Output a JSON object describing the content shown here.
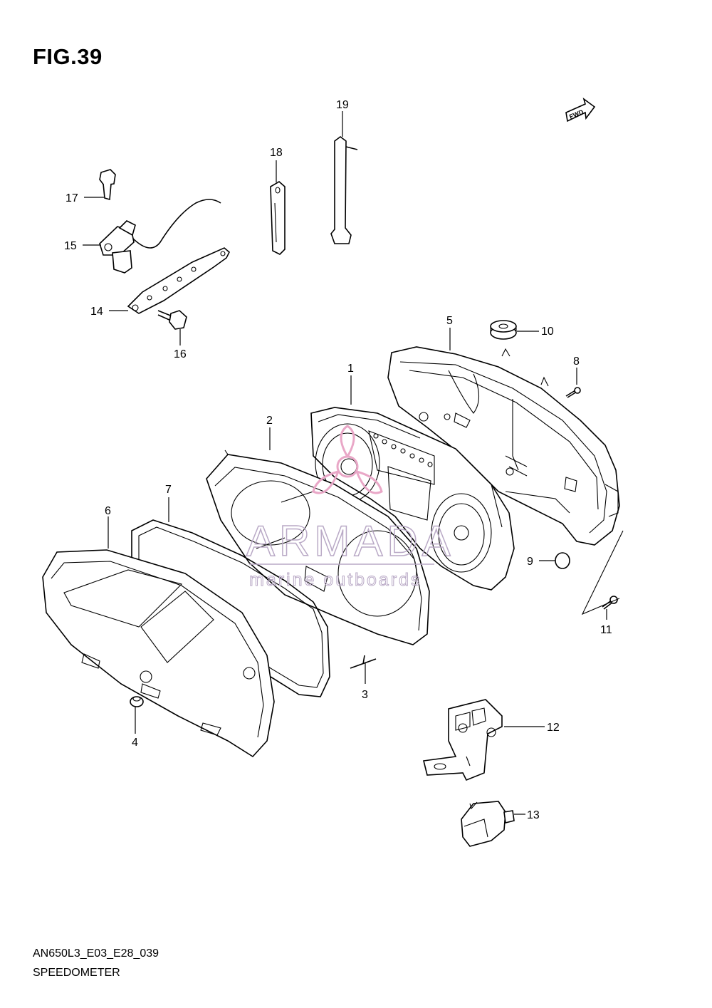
{
  "figure": {
    "title": "FIG.39",
    "code": "AN650L3_E03_E28_039",
    "name": "SPEEDOMETER"
  },
  "fwd_label": "FWD",
  "watermark": {
    "brand": "ARMADA",
    "sub": "marine outboards",
    "color": "#b9a9c6",
    "logo_color": "#e9a7c7"
  },
  "parts": [
    "1",
    "2",
    "3",
    "4",
    "5",
    "6",
    "7",
    "8",
    "9",
    "10",
    "11",
    "12",
    "13",
    "14",
    "15",
    "16",
    "17",
    "18",
    "19"
  ]
}
